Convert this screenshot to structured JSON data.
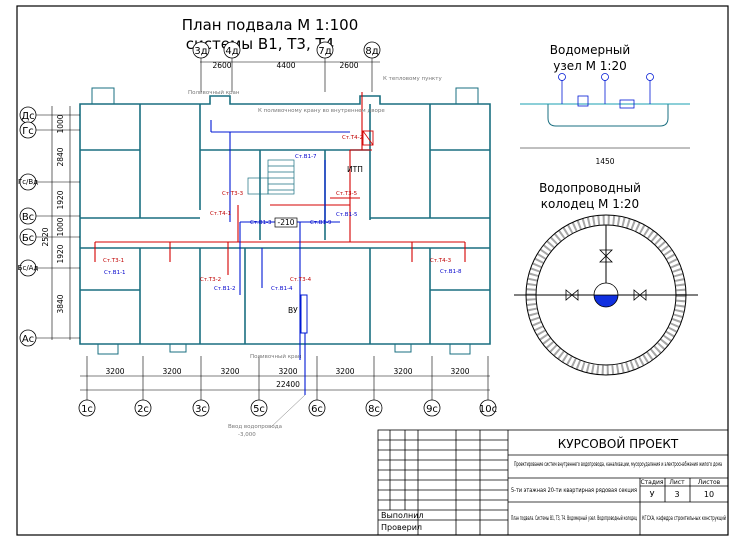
{
  "plan": {
    "title_line1": "План подвала М 1:100",
    "title_line2": "системы В1, Т3, Т4",
    "top_dims": [
      "2600",
      "4400",
      "2600"
    ],
    "bottom_dims": [
      "3200",
      "3200",
      "3200",
      "3200",
      "3200",
      "3200",
      "3200"
    ],
    "total_dim": "22400",
    "left_dims": [
      "1000",
      "2840",
      "1920",
      "1000",
      "2520",
      "1920",
      "3840"
    ],
    "top_axes": [
      "3д",
      "4д",
      "7д",
      "8д"
    ],
    "bottom_axes": [
      "1с",
      "2с",
      "3с",
      "5с",
      "6с",
      "8с",
      "9с",
      "10с"
    ],
    "left_axes": [
      "Дс",
      "Гс",
      "Гс/Вд",
      "Вс",
      "Бс",
      "Бс/Ад",
      "Ас"
    ],
    "notes": {
      "top_right": "К тепловому пункту",
      "top_left_crane": "Поливочный кран",
      "top_center_crane": "К поливочному крану во внутреннем дворе",
      "bottom_crane": "Поливочный кран",
      "input": "Ввод водопровода",
      "input_level": "-3,000",
      "heat_point": "ИТП",
      "meter": "ВУ",
      "room": "-210"
    },
    "red_risers": [
      "Ст.Т4-2",
      "Ст.Т3-3",
      "Ст.Т4-1",
      "Ст.Т3-1",
      "Ст.Т3-2",
      "Ст.Т3-4",
      "Ст.Т3-5",
      "Ст.Т4-3"
    ],
    "blue_risers": [
      "Ст.В1-7",
      "Ст.В1-3",
      "Ст.В1-9",
      "Ст.В1-1",
      "Ст.В1-2",
      "Ст.В1-4",
      "Ст.В1-8",
      "Ст.В1-5"
    ]
  },
  "meter_node": {
    "title_line1": "Водомерный",
    "title_line2": "узел М 1:20",
    "dim": "1450"
  },
  "well": {
    "title_line1": "Водопроводный",
    "title_line2": "колодец М 1:20"
  },
  "stamp": {
    "header": "КУРСОВОЙ ПРОЕКТ",
    "topic": "Проектирование систем внутреннего водопровода, канализации, мусороудаления и электроснабжения жилого дома",
    "building": "5-ти этажная 20-ти квартирная рядовая секция",
    "sheet_content": "План подвала. Системы В1, Т3, Т4. Водомерный узел. Водопроводный колодец",
    "col_stage": "Стадия",
    "col_sheet": "Лист",
    "col_sheets": "Листов",
    "stage": "У",
    "sheet": "3",
    "sheets": "10",
    "org": "КГСХА, кафедра строительных конструкций",
    "made_by": "Выполнил",
    "checked_by": "Проверил"
  }
}
